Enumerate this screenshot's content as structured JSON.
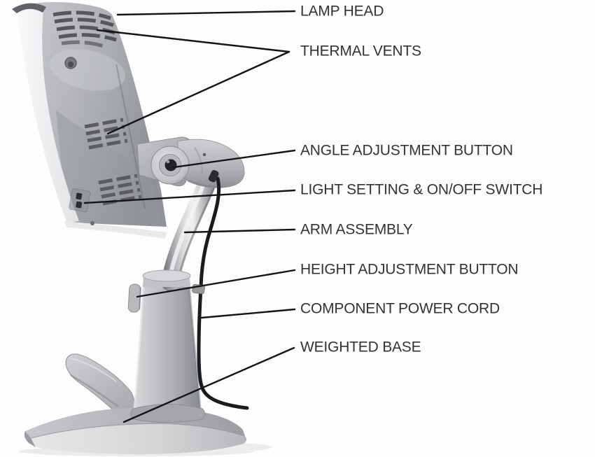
{
  "diagram": {
    "labels": [
      {
        "id": "lamp-head",
        "text": "LAMP HEAD"
      },
      {
        "id": "thermal-vents",
        "text": "THERMAL VENTS"
      },
      {
        "id": "angle-adjustment-button",
        "text": "ANGLE ADJUSTMENT BUTTON"
      },
      {
        "id": "light-setting-switch",
        "text": "LIGHT SETTING & ON/OFF SWITCH"
      },
      {
        "id": "arm-assembly",
        "text": "ARM ASSEMBLY"
      },
      {
        "id": "height-adjustment-button",
        "text": "HEIGHT ADJUSTMENT BUTTON"
      },
      {
        "id": "component-power-cord",
        "text": "COMPONENT POWER CORD"
      },
      {
        "id": "weighted-base",
        "text": "WEIGHTED BASE"
      }
    ],
    "colors": {
      "background": "#fdfdfd",
      "label_text": "#323335",
      "leader_line": "#141414",
      "lamp_silver": "#b5b7bb",
      "power_cord": "#1b1b1b"
    }
  }
}
